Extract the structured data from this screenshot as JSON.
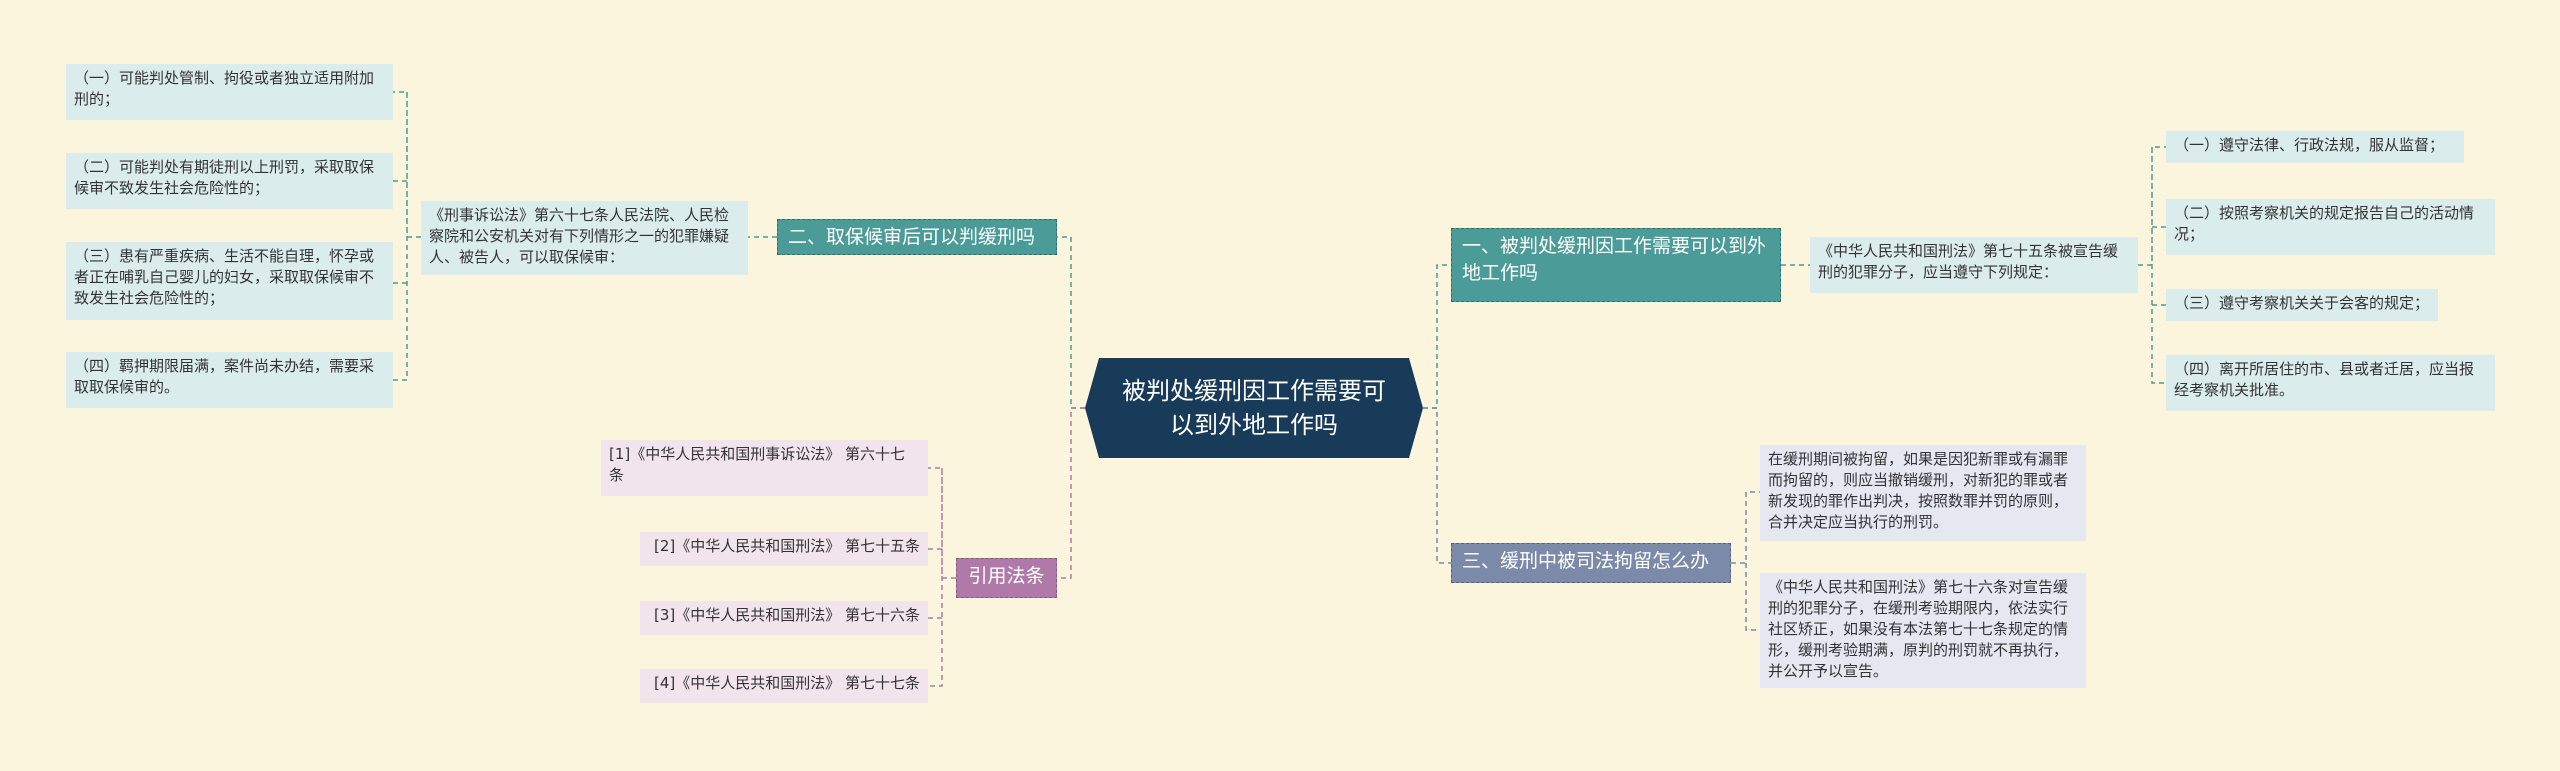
{
  "root": {
    "label": "被判处缓刑因工作需要可以到外地工作吗"
  },
  "branches": {
    "b1": {
      "label": "一、被判处缓刑因工作需要可以到外地工作吗",
      "intro": "《中华人民共和国刑法》第七十五条被宣告缓刑的犯罪分子，应当遵守下列规定：",
      "items": [
        "（一）遵守法律、行政法规，服从监督；",
        "（二）按照考察机关的规定报告自己的活动情况；",
        "（三）遵守考察机关关于会客的规定；",
        "（四）离开所居住的市、县或者迁居，应当报经考察机关批准。"
      ]
    },
    "b2": {
      "label": "二、取保候审后可以判缓刑吗",
      "intro": "《刑事诉讼法》第六十七条人民法院、人民检察院和公安机关对有下列情形之一的犯罪嫌疑人、被告人，可以取保候审：",
      "items": [
        "（一）可能判处管制、拘役或者独立适用附加刑的；",
        "（二）可能判处有期徒刑以上刑罚，采取取保候审不致发生社会危险性的；",
        "（三）患有严重疾病、生活不能自理，怀孕或者正在哺乳自己婴儿的妇女，采取取保候审不致发生社会危险性的；",
        "（四）羁押期限届满，案件尚未办结，需要采取取保候审的。"
      ]
    },
    "b3": {
      "label": "三、缓刑中被司法拘留怎么办",
      "items": [
        "在缓刑期间被拘留，如果是因犯新罪或有漏罪而拘留的，则应当撤销缓刑，对新犯的罪或者新发现的罪作出判决，按照数罪并罚的原则，合并决定应当执行的刑罚。",
        "《中华人民共和国刑法》第七十六条对宣告缓刑的犯罪分子，在缓刑考验期限内，依法实行社区矫正，如果没有本法第七十七条规定的情形，缓刑考验期满，原判的刑罚就不再执行，并公开予以宣告。"
      ]
    },
    "b4": {
      "label": "引用法条",
      "items": [
        "[1]《中华人民共和国刑事诉讼法》 第六十七条",
        "[2]《中华人民共和国刑法》 第七十五条",
        "[3]《中华人民共和国刑法》 第七十六条",
        "[4]《中华人民共和国刑法》 第七十七条"
      ]
    }
  },
  "colors": {
    "background": "#fbf5de",
    "root": "#173b58",
    "branch_teal": "#4b9b98",
    "branch_slate": "#7b8aa8",
    "branch_mauve": "#b07aa8",
    "leaf_teal": "#dbecec",
    "leaf_lavender": "#e5e7f1",
    "leaf_pink": "#f2e4ec"
  }
}
